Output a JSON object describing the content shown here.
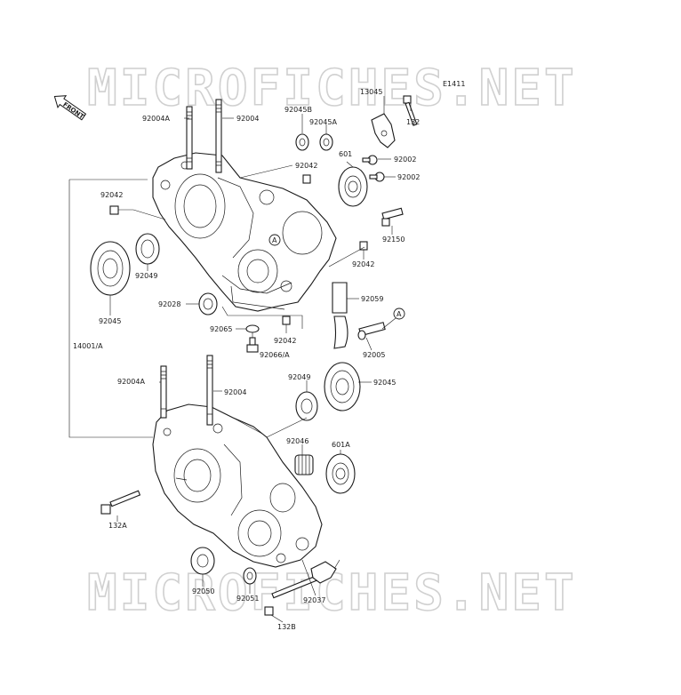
{
  "watermark": {
    "top": "MICROFICHES.NET",
    "bottom": "MICROFICHES.NET"
  },
  "diagram_code": "E1411",
  "front_label": "FRONT",
  "ref_marker": "A",
  "labels": {
    "p92004a_top": "92004A",
    "p92004_top": "92004",
    "p92045b": "92045B",
    "p92045a": "92045A",
    "p13045": "13045",
    "p132": "132",
    "p92042_top": "92042",
    "p601": "601",
    "p92002_a": "92002",
    "p92002_b": "92002",
    "p92042_left": "92042",
    "p92150": "92150",
    "p92049_top": "92049",
    "p92042_right": "92042",
    "p92045_left": "92045",
    "p92028": "92028",
    "p92059": "92059",
    "p92065": "92065",
    "p92042_bottom": "92042",
    "p92066a": "92066/A",
    "p92005": "92005",
    "p14001a": "14001/A",
    "p92004a_bot": "92004A",
    "p92004_bot": "92004",
    "p92049_bot": "92049",
    "p92045_right": "92045",
    "p92046": "92046",
    "p601a": "601A",
    "p132a": "132A",
    "p92050": "92050",
    "p92051": "92051",
    "p92037": "92037",
    "p132b": "132B"
  }
}
